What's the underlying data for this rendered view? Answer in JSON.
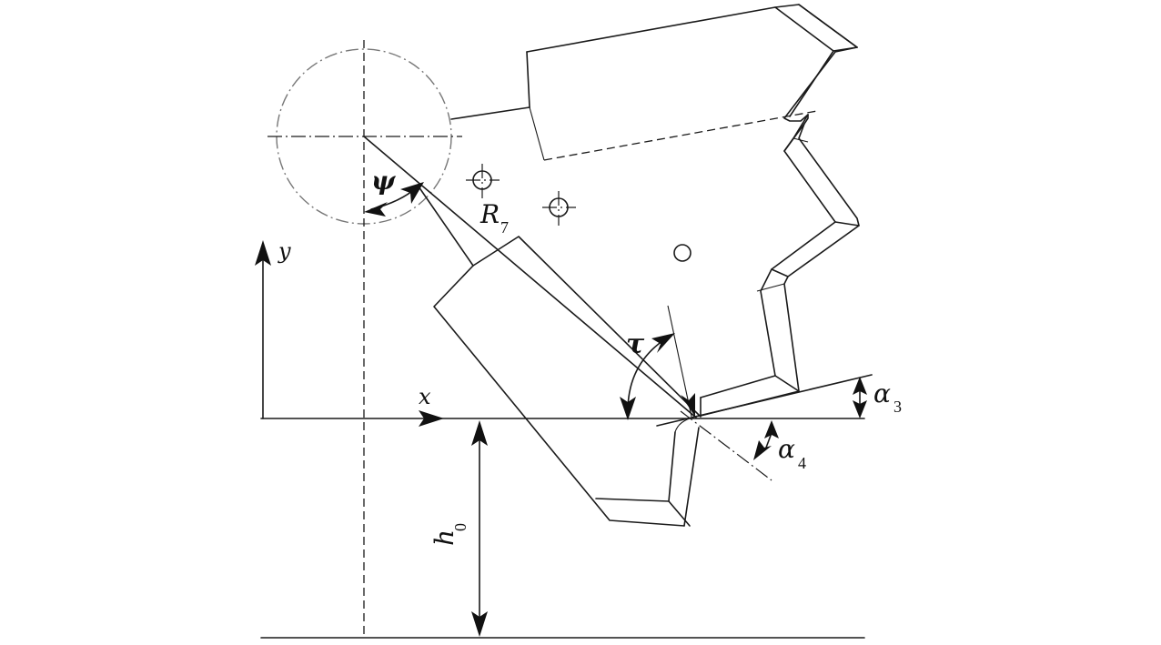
{
  "labels": {
    "y_axis": "y",
    "x_axis": "x",
    "psi": "ψ",
    "radius_main": "R",
    "radius_sub": "7",
    "tau": "τ",
    "alpha3_main": "α",
    "alpha3_sub": "3",
    "alpha4_main": "α",
    "alpha4_sub": "4",
    "h0_main": "h",
    "h0_sub": "0"
  },
  "colors": {
    "line": "#1a1a1a",
    "construction_circle": "#777777",
    "background": "#ffffff"
  }
}
